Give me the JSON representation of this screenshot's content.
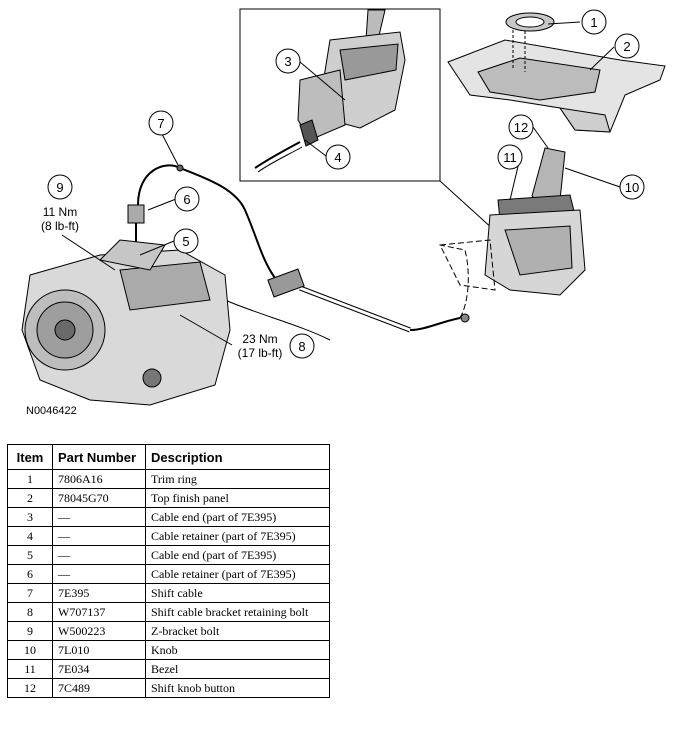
{
  "figure": {
    "code": "N0046422",
    "callouts": [
      "1",
      "2",
      "3",
      "4",
      "5",
      "6",
      "7",
      "8",
      "9",
      "10",
      "11",
      "12"
    ],
    "torque_9": [
      "11 Nm",
      "(8 lb-ft)"
    ],
    "torque_8": [
      "23 Nm",
      "(17 lb-ft)"
    ]
  },
  "table": {
    "headers": [
      "Item",
      "Part Number",
      "Description"
    ],
    "rows": [
      {
        "item": "1",
        "part": "7806A16",
        "desc": "Trim ring"
      },
      {
        "item": "2",
        "part": "78045G70",
        "desc": "Top finish panel"
      },
      {
        "item": "3",
        "part": "—",
        "desc": "Cable end (part of 7E395)"
      },
      {
        "item": "4",
        "part": "—",
        "desc": "Cable retainer (part of 7E395)"
      },
      {
        "item": "5",
        "part": "—",
        "desc": "Cable end (part of 7E395)"
      },
      {
        "item": "6",
        "part": "—",
        "desc": "Cable retainer (part of 7E395)"
      },
      {
        "item": "7",
        "part": "7E395",
        "desc": "Shift cable"
      },
      {
        "item": "8",
        "part": "W707137",
        "desc": "Shift cable bracket retaining bolt"
      },
      {
        "item": "9",
        "part": "W500223",
        "desc": "Z-bracket bolt"
      },
      {
        "item": "10",
        "part": "7L010",
        "desc": "Knob"
      },
      {
        "item": "11",
        "part": "7E034",
        "desc": "Bezel"
      },
      {
        "item": "12",
        "part": "7C489",
        "desc": "Shift knob button"
      }
    ]
  }
}
